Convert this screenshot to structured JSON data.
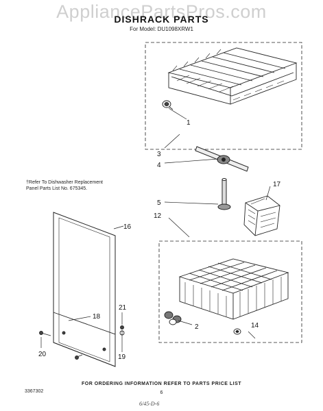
{
  "watermark": "AppliancePartsPros.com",
  "title": "DISHRACK PARTS",
  "model_line": "For Model: DU1098XRW1",
  "note_line1": "†Refer To Dishwasher Replacement",
  "note_line2": "Panel Parts List No. 675345.",
  "footer": "FOR ORDERING INFORMATION REFER TO PARTS PRICE LIST",
  "doc_number": "3367302",
  "page_number": "6",
  "handwritten": "6/45-D-6",
  "callouts": [
    {
      "id": "c1",
      "label": "1"
    },
    {
      "id": "c2",
      "label": "2"
    },
    {
      "id": "c3",
      "label": "3"
    },
    {
      "id": "c4",
      "label": "4"
    },
    {
      "id": "c5",
      "label": "5"
    },
    {
      "id": "c12",
      "label": "12"
    },
    {
      "id": "c14",
      "label": "14"
    },
    {
      "id": "c16",
      "label": "16"
    },
    {
      "id": "c17",
      "label": "17"
    },
    {
      "id": "c18",
      "label": "18"
    },
    {
      "id": "c19",
      "label": "19"
    },
    {
      "id": "c20",
      "label": "20"
    },
    {
      "id": "c21",
      "label": "21"
    }
  ]
}
